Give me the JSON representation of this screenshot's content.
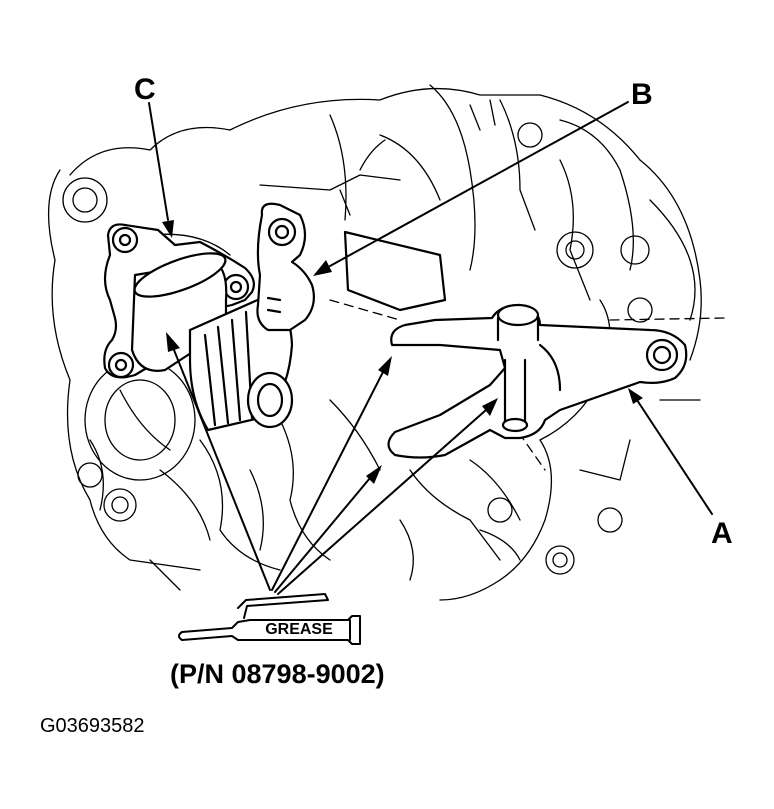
{
  "callouts": {
    "a": "A",
    "b": "B",
    "c": "C"
  },
  "grease_tube": {
    "label": "GREASE",
    "part_number": "(P/N 08798-9002)"
  },
  "figure_id": "G03693582",
  "colors": {
    "line": "#000000",
    "background": "#ffffff"
  }
}
